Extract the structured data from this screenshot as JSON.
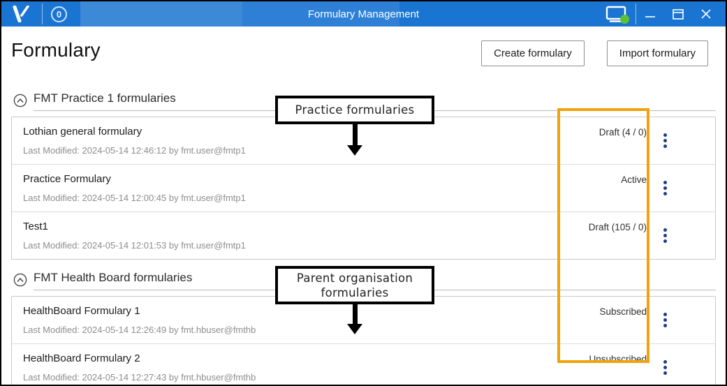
{
  "titlebar": {
    "title": "Formulary Management",
    "badge_count": "0",
    "icons": {
      "logo": "v-logo-icon",
      "monitor": "device-status-icon",
      "minimize": "minimize-icon",
      "maximize": "maximize-icon",
      "close": "close-icon"
    },
    "colors": {
      "bar": "#1a74d2",
      "status_dot": "#5cc234"
    }
  },
  "header": {
    "title": "Formulary",
    "create_button": "Create formulary",
    "import_button": "Import formulary"
  },
  "sections": [
    {
      "title": "FMT Practice 1 formularies",
      "rows": [
        {
          "name": "Lothian general formulary",
          "modified": "Last Modified: 2024-05-14 12:46:12 by fmt.user@fmtp1",
          "status": "Draft (4 / 0)"
        },
        {
          "name": "Practice Formulary",
          "modified": "Last Modified: 2024-05-14 12:00:45 by fmt.user@fmtp1",
          "status": "Active"
        },
        {
          "name": "Test1",
          "modified": "Last Modified: 2024-05-14 12:01:53 by fmt.user@fmtp1",
          "status": "Draft (105 / 0)"
        }
      ]
    },
    {
      "title": "FMT Health Board formularies",
      "rows": [
        {
          "name": "HealthBoard Formulary 1",
          "modified": "Last Modified: 2024-05-14 12:26:49 by fmt.hbuser@fmthb",
          "status": "Subscribed"
        },
        {
          "name": "HealthBoard Formulary 2",
          "modified": "Last Modified: 2024-05-14 12:27:43 by fmt.hbuser@fmthb",
          "status": "Unsubscribed"
        }
      ]
    }
  ],
  "annotations": {
    "callout_practice": "Practice formularies",
    "callout_parent": "Parent organisation formularies",
    "highlight_color": "#f0a30a"
  }
}
